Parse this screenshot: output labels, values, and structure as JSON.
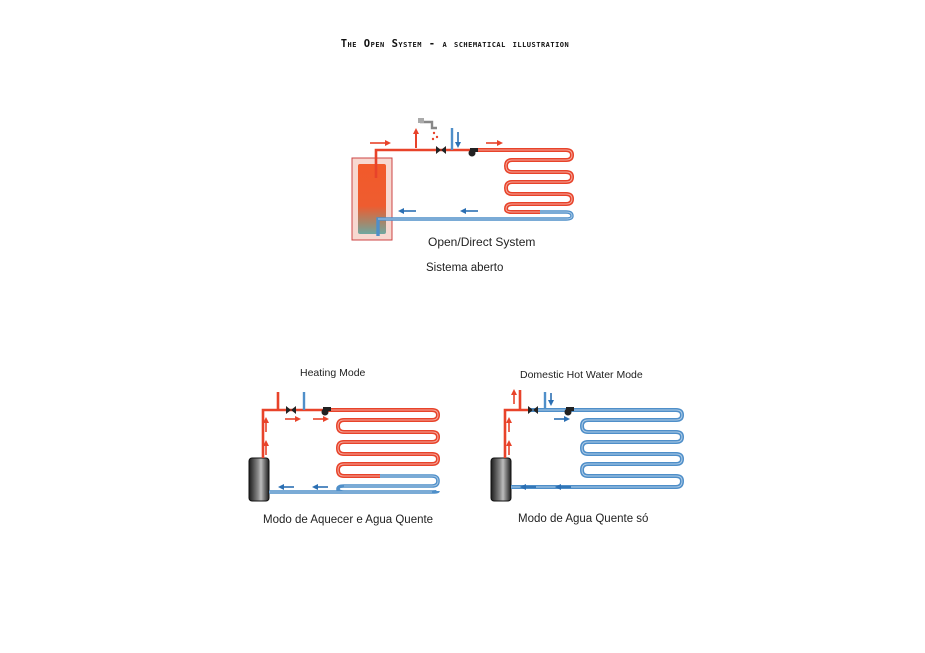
{
  "title": "The Open System - a schematical illustration",
  "open_system": {
    "caption": "Open/Direct System",
    "caption_pt": "Sistema  aberto"
  },
  "heating_mode": {
    "caption": "Heating Mode",
    "caption_pt": "Modo de Aquecer e Agua Quente"
  },
  "dhw_mode": {
    "caption": "Domestic Hot Water Mode",
    "caption_pt": "Modo de Agua Quente só"
  },
  "colors": {
    "hot": "#e8432a",
    "cold": "#4f8fc9",
    "arrow_hot": "#e8432a",
    "arrow_cold": "#2b6fb3",
    "tank_hot": "#f0582c",
    "tank_cold": "#7aa8a0",
    "heater": "#2a2a2a"
  },
  "icons": [
    "faucet-icon",
    "valve-icon",
    "pump-icon",
    "flow-arrow-icon"
  ]
}
